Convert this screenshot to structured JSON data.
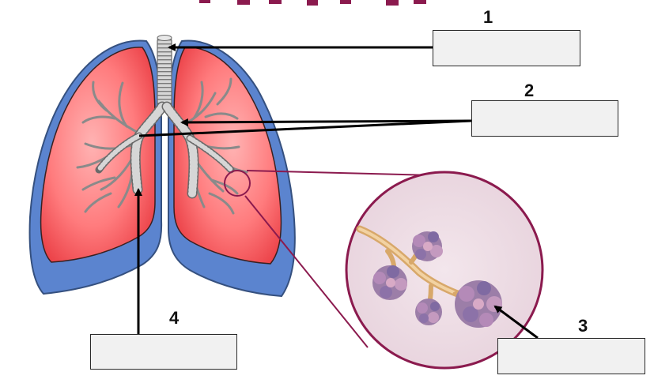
{
  "diagram": {
    "labels": [
      {
        "number": "1"
      },
      {
        "number": "2"
      },
      {
        "number": "3"
      },
      {
        "number": "4"
      }
    ],
    "answer_boxes": [
      {
        "value": ""
      },
      {
        "value": ""
      },
      {
        "value": ""
      },
      {
        "value": ""
      }
    ],
    "colors": {
      "lung_fill": "#f04a4f",
      "lung_inner": "#ff9ea0",
      "pleura": "#5b84cf",
      "trachea": "#c9c9c9",
      "magnifier_border": "#8b1a4e",
      "magnifier_fill": "#ecdbe2",
      "pointer_lines": "#000000",
      "title_fragment": "#8b1a4e"
    }
  }
}
